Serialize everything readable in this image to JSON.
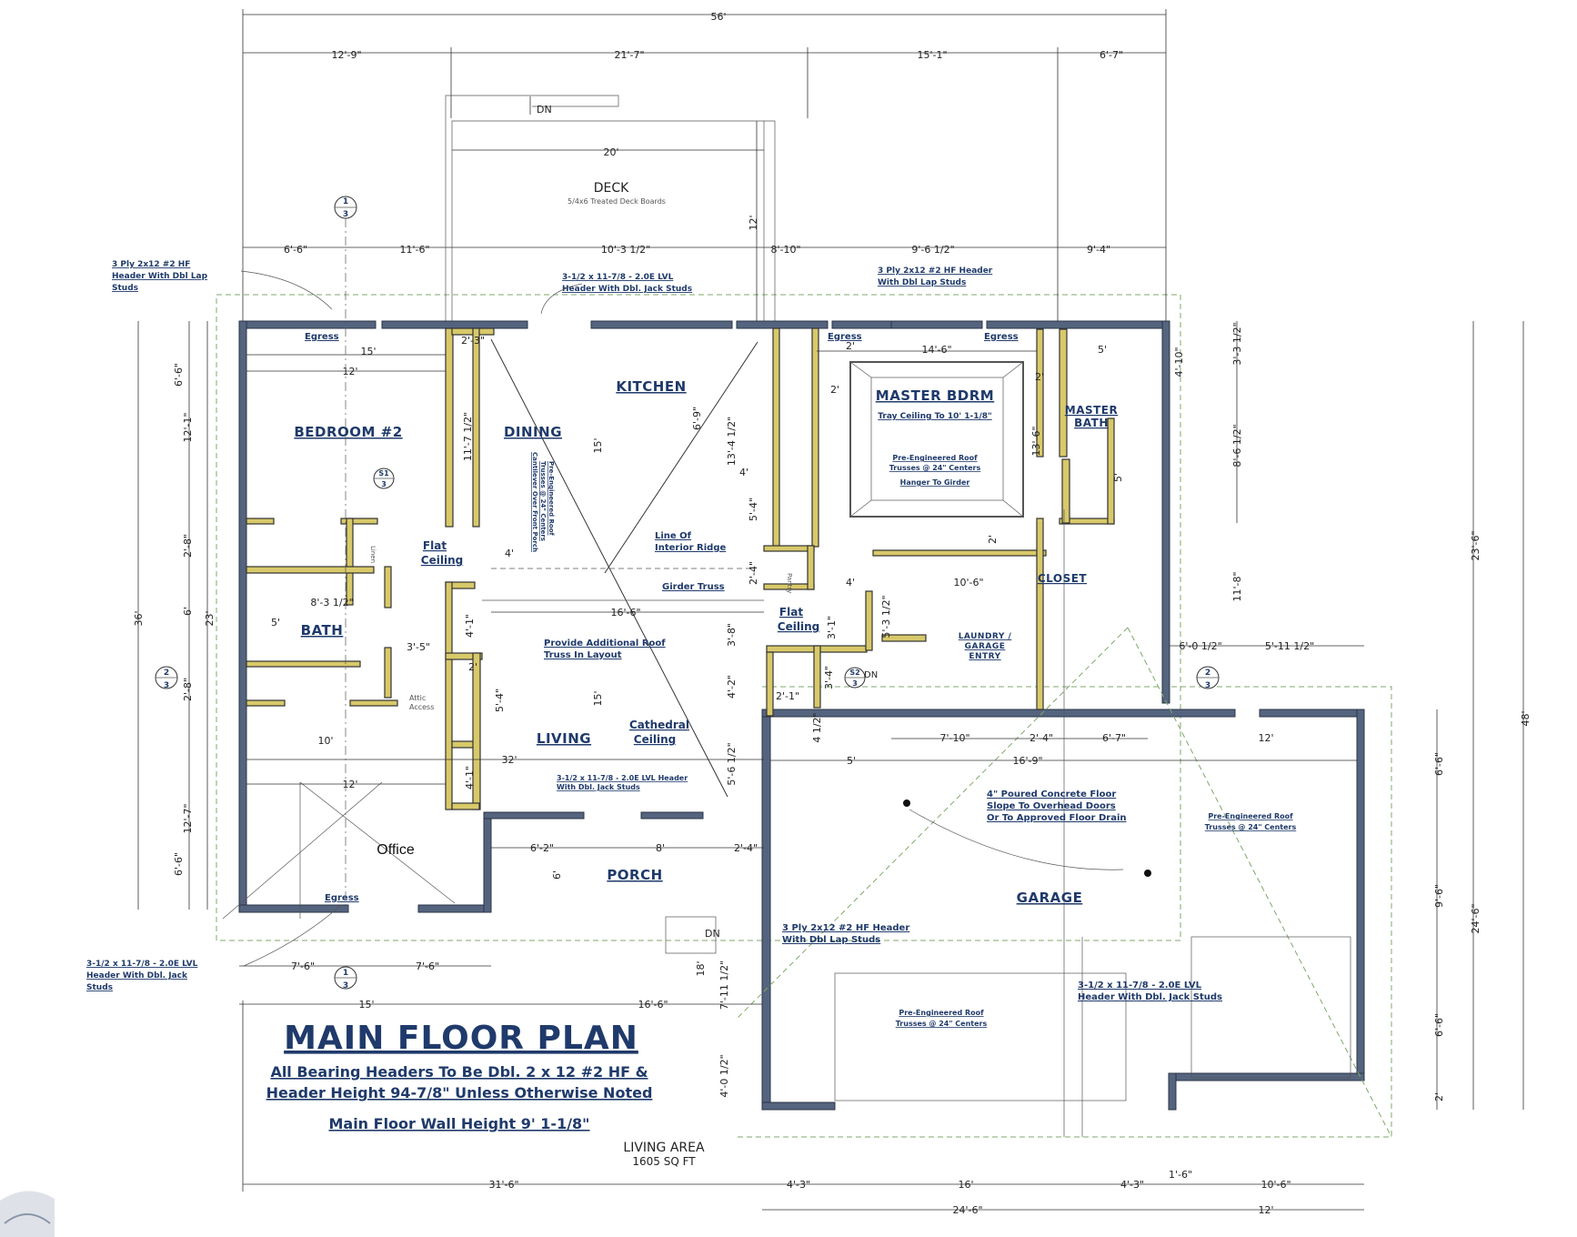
{
  "plan": {
    "title": "MAIN FLOOR PLAN",
    "notes": {
      "line1": "All Bearing Headers To Be Dbl. 2 x 12 #2 HF &",
      "line2": "Header Height 94-7/8\" Unless Otherwise Noted",
      "line3": "Main Floor Wall Height 9' 1-1/8\""
    },
    "living_area_label": "LIVING AREA",
    "living_area_value": "1605 SQ FT"
  },
  "rooms": {
    "bedroom2": "BEDROOM #2",
    "dining": "DINING",
    "kitchen": "KITCHEN",
    "master_bdrm": "MASTER BDRM",
    "master_bath_1": "MASTER",
    "master_bath_2": "BATH",
    "bath": "BATH",
    "living": "LIVING",
    "closet": "CLOSET",
    "laundry_1": "LAUNDRY /",
    "laundry_2": "GARAGE",
    "laundry_3": "ENTRY",
    "porch": "PORCH",
    "garage": "GARAGE",
    "deck": "DECK",
    "office": "Office"
  },
  "callouts": {
    "deck_sub": "5/4x6 Treated Deck Boards",
    "tray": "Tray Ceiling To 10' 1-1/8\"",
    "pe_roof_1": "Pre-Engineered Roof",
    "pe_roof_2": "Trusses @ 24\" Centers",
    "hanger": "Hanger To Girder",
    "header_bed_1": "3 Ply 2x12 #2 HF",
    "header_bed_2": "Header With Dbl Lap",
    "header_bed_3": "Studs",
    "header_kit_1": "3-1/2 x 11-7/8 - 2.0E LVL",
    "header_kit_2": "Header With Dbl. Jack Studs",
    "header_mb_1": "3 Ply 2x12 #2 HF Header",
    "header_mb_2": "With Dbl Lap Studs",
    "dining_truss_1": "Pre-Engineered Roof",
    "dining_truss_2": "Trusses @ 24\" Centers",
    "dining_truss_3": "Cantilever Over Front Porch",
    "ridge_1": "Line Of",
    "ridge_2": "Interior Ridge",
    "girder": "Girder Truss",
    "add_truss_1": "Provide Additional Roof",
    "add_truss_2": "Truss In Layout",
    "cathedral_1": "Cathedral",
    "cathedral_2": "Ceiling",
    "flat_1": "Flat",
    "flat_2": "Ceiling",
    "flat_3": "Flat",
    "flat_4": "Ceiling",
    "living_hdr_1": "3-1/2 x 11-7/8 - 2.0E LVL Header",
    "living_hdr_2": "With Dbl. Jack Studs",
    "concrete_1": "4\" Poured Concrete Floor",
    "concrete_2": "Slope To Overhead Doors",
    "concrete_3": "Or To Approved Floor Drain",
    "garage_truss_1": "Pre-Engineered Roof",
    "garage_truss_2": "Trusses @ 24\" Centers",
    "garage_truss_3": "Pre-Engineered Roof",
    "garage_truss_4": "Trusses @ 24\" Centers",
    "garage_hdr_1": "3 Ply 2x12 #2 HF Header",
    "garage_hdr_2": "With Dbl Lap Studs",
    "garage_door_hdr_1": "3-1/2 x 11-7/8 - 2.0E LVL",
    "garage_door_hdr_2": "Header With Dbl. Jack Studs",
    "office_hdr_1": "3-1/2 x 11-7/8 - 2.0E LVL",
    "office_hdr_2": "Header With Dbl. Jack",
    "office_hdr_3": "Studs",
    "egress": "Egress",
    "linen": "Linen",
    "attic_1": "Attic",
    "attic_2": "Access",
    "pantry": "Pantry",
    "dn": "DN"
  },
  "dims": {
    "top_total": "56'",
    "top_1": "12'-9\"",
    "top_2": "21'-7\"",
    "top_3": "15'-1\"",
    "top_4": "6'-7\"",
    "deck_w": "20'",
    "deck_h": "12'",
    "row2_1": "6'-6\"",
    "row2_2": "11'-6\"",
    "row2_3": "10'-3 1/2\"",
    "row2_4": "8'-10\"",
    "row2_5": "9'-6 1/2\"",
    "row2_6": "9'-4\"",
    "bed_15": "15'",
    "bed_12": "12'",
    "din_23": "2'-3\"",
    "din_117": "11'-7 1/2\"",
    "mb_146": "14'-6\"",
    "mb_2a": "2'",
    "mb_2b": "2'",
    "mb_2c": "2'",
    "mb_136": "13'-6\"",
    "mbath_5": "5'",
    "kit_15": "15'",
    "kit_69": "6'-9\"",
    "kit_134": "13'-4 1/2\"",
    "kit_4": "4'",
    "kit_54": "5'-4\"",
    "left_66a": "6'-6\"",
    "left_121a": "12'-1\"",
    "left_28a": "2'-8\"",
    "left_6": "6'",
    "left_28b": "2'-8\"",
    "left_121b": "12'-7\"",
    "left_66b": "6'-6\"",
    "left_36": "36'",
    "left_23": "23'",
    "right_4_10": "4'-10\"",
    "right_3_3": "3'-3 1/2\"",
    "right_8_6": "8'-6 1/2\"",
    "right_11_8": "11'-8\"",
    "right_23_6": "23'-6\"",
    "right_48": "48'",
    "right_24_6": "24'-6\"",
    "right_6_6a": "6'-6\"",
    "right_9_6": "9'-6\"",
    "right_6_6b": "6'-6\"",
    "right_2": "2'",
    "bath_83": "8'-3 1/2\"",
    "bath_5": "5'",
    "bath_35": "3'-5\"",
    "bath_2": "2'",
    "mbath_5b": "5'",
    "din_4": "4'",
    "din_41a": "4'-1\"",
    "din_54": "5'-4\"",
    "din_41b": "4'-1\"",
    "din_166": "16'-6\"",
    "liv_15": "15'",
    "liv_32": "32'",
    "liv_12": "12'",
    "bed_10": "10'",
    "mid_24": "2'-4\"",
    "mid_38": "3'-8\"",
    "mid_42": "4'-2\"",
    "mid_21": "2'-1\"",
    "mid_34": "3'-4\"",
    "mid_31": "3'-1\"",
    "mid_4": "4'",
    "mid_53": "5'-3 1/2\"",
    "mid_106": "10'-6\"",
    "mid_412": "4 1/2\"",
    "mid_5612": "5'-6 1/2\"",
    "gar_5": "5'",
    "gar_710": "7'-10\"",
    "gar_24": "2'-4\"",
    "gar_67": "6'-7\"",
    "gar_169": "16'-9\"",
    "gar_12": "12'",
    "gar_60": "6'-0 1/2\"",
    "gar_511": "5'-11 1/2\"",
    "porch_62": "6'-2\"",
    "porch_8": "8'",
    "porch_24": "2'-4\"",
    "porch_6": "6'",
    "off_76a": "7'-6\"",
    "off_76b": "7'-6\"",
    "off_15": "15'",
    "off_166": "16'-6\"",
    "gar_18": "18'",
    "gar_711": "7'-11 1/2\"",
    "gar_40": "4'-0 1/2\"",
    "bot_316": "31'-6\"",
    "bot_43a": "4'-3\"",
    "bot_16": "16'",
    "bot_43b": "4'-3\"",
    "bot_16b": "1'-6\"",
    "bot_106": "10'-6\"",
    "bot_246": "24'-6\"",
    "bot_12": "12'"
  },
  "sections": {
    "s1_num": "1",
    "s1_sheet": "3",
    "s2_num": "2",
    "s2_sheet": "3",
    "s1b_num": "S1",
    "s2b_num": "S2"
  }
}
